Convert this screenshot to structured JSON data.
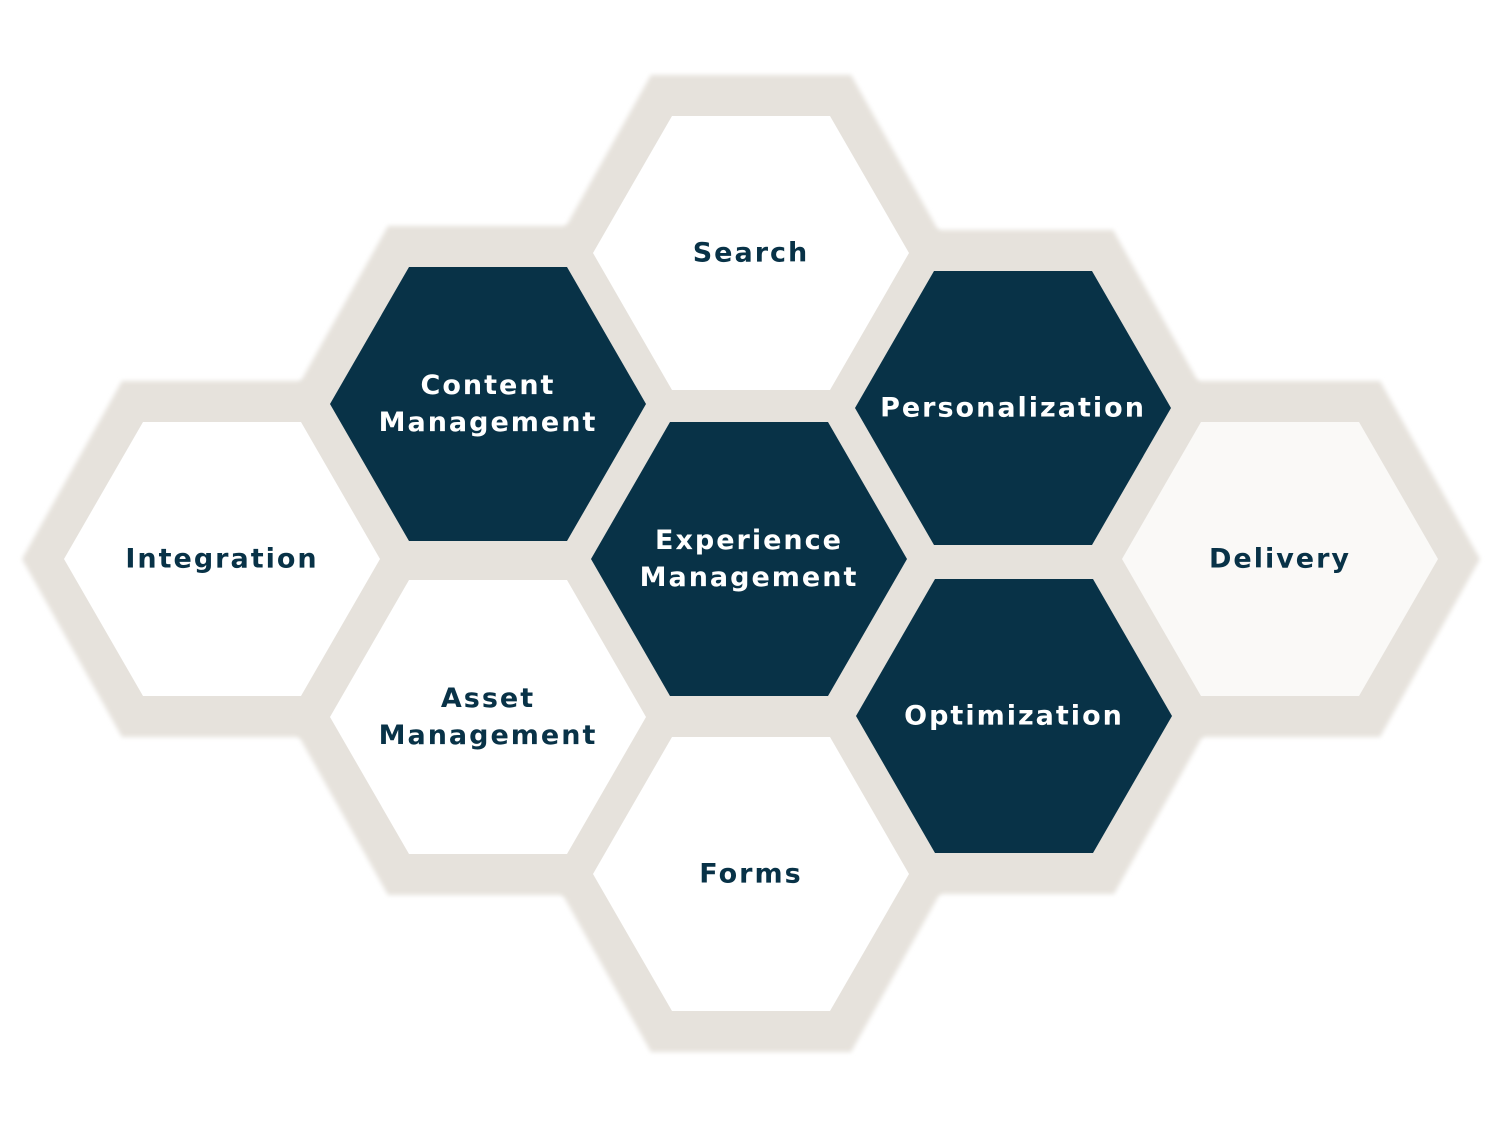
{
  "colors": {
    "background": "#ffffff",
    "halo": "#e6e2dc",
    "dark": "#083247",
    "light": "#ffffff",
    "light_alt": "#faf9f7",
    "text_dark": "#083247",
    "text_light": "#ffffff"
  },
  "hexagons": [
    {
      "id": "search",
      "lines": [
        "Search"
      ],
      "style": "light"
    },
    {
      "id": "content-management",
      "lines": [
        "Content",
        "Management"
      ],
      "style": "dark"
    },
    {
      "id": "personalization",
      "lines": [
        "Personalization"
      ],
      "style": "dark"
    },
    {
      "id": "integration",
      "lines": [
        "Integration"
      ],
      "style": "light"
    },
    {
      "id": "experience-management",
      "lines": [
        "Experience",
        "Management"
      ],
      "style": "dark"
    },
    {
      "id": "delivery",
      "lines": [
        "Delivery"
      ],
      "style": "light_alt"
    },
    {
      "id": "asset-management",
      "lines": [
        "Asset",
        "Management"
      ],
      "style": "light"
    },
    {
      "id": "optimization",
      "lines": [
        "Optimization"
      ],
      "style": "dark"
    },
    {
      "id": "forms",
      "lines": [
        "Forms"
      ],
      "style": "light"
    }
  ]
}
